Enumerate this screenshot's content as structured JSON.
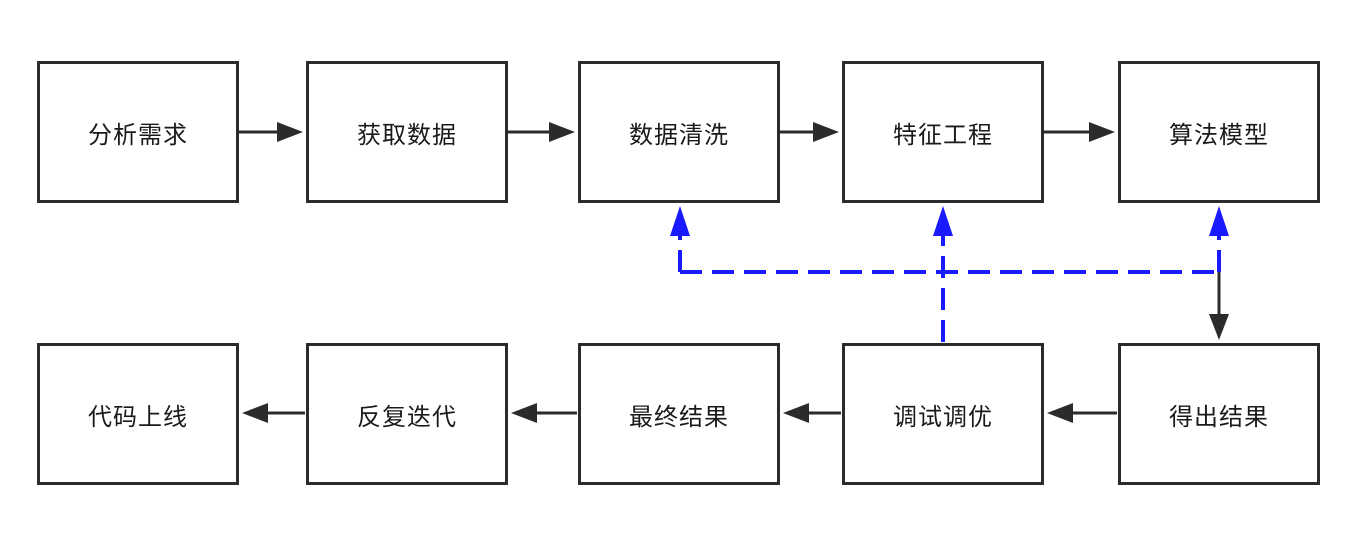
{
  "diagram": {
    "steps": [
      "分析需求",
      "获取数据",
      "数据清洗",
      "特征工程",
      "算法模型",
      "代码上线",
      "反复迭代",
      "最终结果",
      "调试调优",
      "得出结果"
    ]
  },
  "colors": {
    "box_border": "#2b2b2b",
    "arrow": "#2b2b2b",
    "feedback": "#1a1aff"
  }
}
